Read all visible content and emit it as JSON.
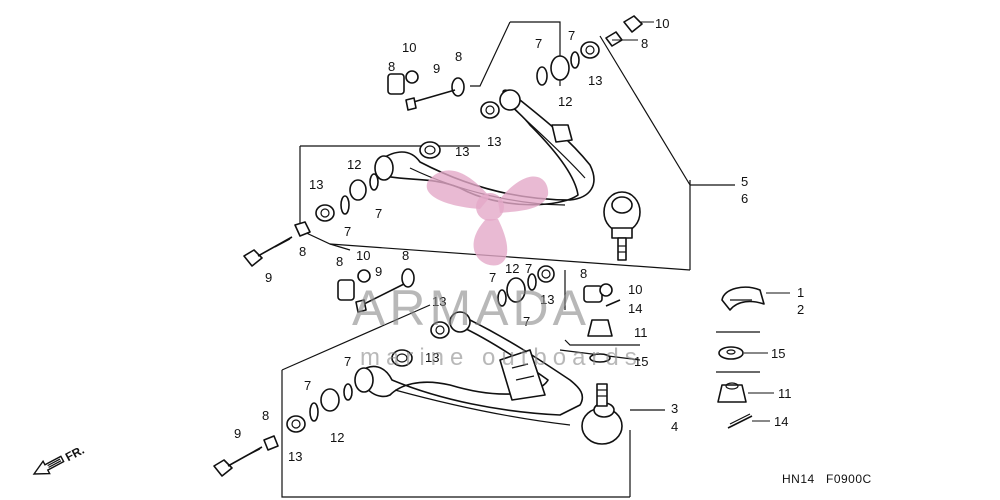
{
  "callouts": {
    "c1": "1",
    "c2": "2",
    "c3": "3",
    "c4": "4",
    "c5": "5",
    "c6": "6",
    "n7": "7",
    "n8": "8",
    "n9": "9",
    "n10": "10",
    "n11": "11",
    "n12": "12",
    "n13": "13",
    "n14": "14",
    "n15": "15"
  },
  "direction_label": "FR.",
  "diagram_code_left": "HN14",
  "diagram_code_right": "F0900C",
  "watermark": {
    "brand": "ARMADA",
    "tagline": "marine outboards"
  },
  "colors": {
    "ink": "#111111",
    "watermark_logo": "#e3a9c8",
    "watermark_text": "#8a8a8a"
  }
}
